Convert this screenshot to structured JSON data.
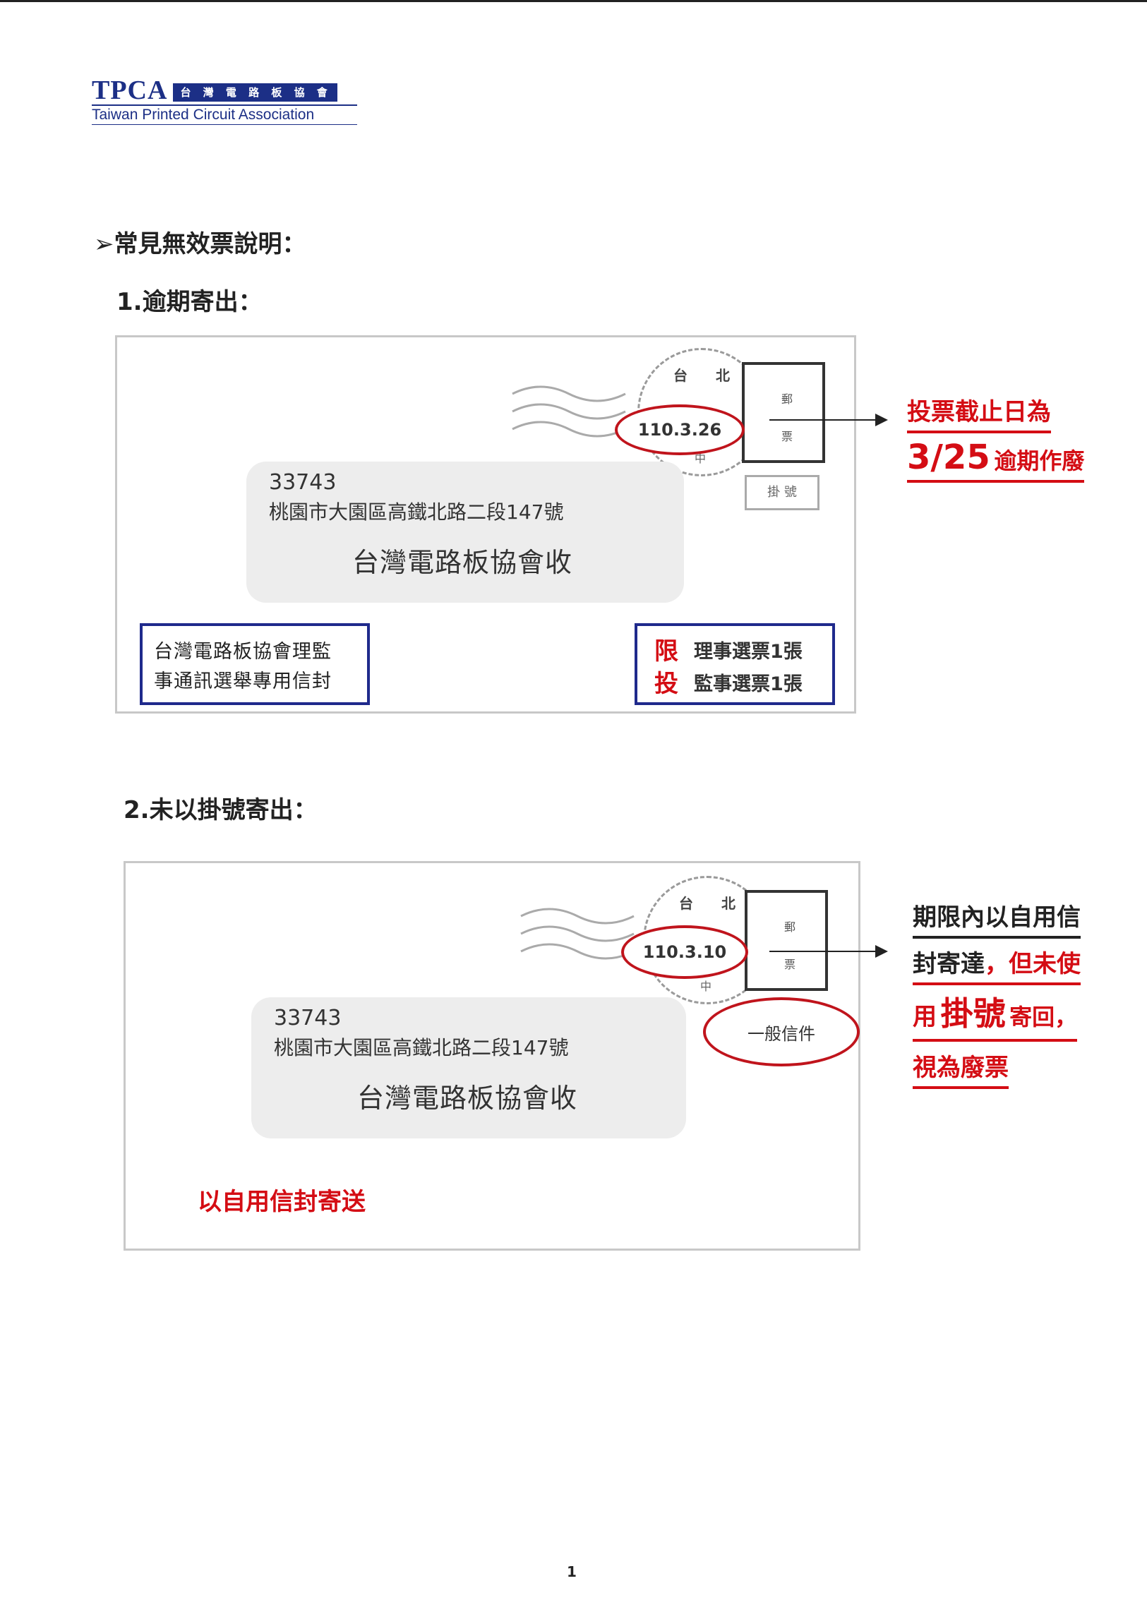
{
  "logo": {
    "abbr": "TPCA",
    "chinese": "台 灣 電 路 板 協 會",
    "english": "Taiwan Printed Circuit Association"
  },
  "heading": "➢常見無效票說明：",
  "section1": {
    "title": "1.逾期寄出：",
    "envelope": {
      "stamp_top": "郵",
      "stamp_bottom": "票",
      "postmark_date": "110.3.26",
      "postmark_chars": [
        "台",
        "北",
        "中"
      ],
      "registered_label": "掛 號",
      "zip": "33743",
      "address": "桃園市大園區高鐵北路二段147號",
      "recipient": "台灣電路板協會收",
      "left_box_line1": "台灣電路板協會理監",
      "left_box_line2": "事通訊選舉專用信封",
      "right_box_char1": "限",
      "right_box_char2": "投",
      "right_box_line1": "理事選票1張",
      "right_box_line2": "監事選票1張"
    },
    "note_line1": "投票截止日為",
    "note_date": "3/25",
    "note_tail": "逾期作廢"
  },
  "section2": {
    "title": "2.未以掛號寄出：",
    "envelope": {
      "stamp_top": "郵",
      "stamp_bottom": "票",
      "postmark_date": "110.3.10",
      "postmark_chars": [
        "台",
        "北",
        "中"
      ],
      "general_mail": "一般信件",
      "zip": "33743",
      "address": "桃園市大園區高鐵北路二段147號",
      "recipient": "台灣電路板協會收",
      "own_envelope": "以自用信封寄送"
    },
    "note_line1": "期限內以自用信",
    "note_line2a": "封寄達",
    "note_line2b": "，但未使",
    "note_line3a": "用",
    "note_line3b": "掛號",
    "note_line3c": "寄回，",
    "note_line4": "視為廢票"
  },
  "page_number": "1"
}
